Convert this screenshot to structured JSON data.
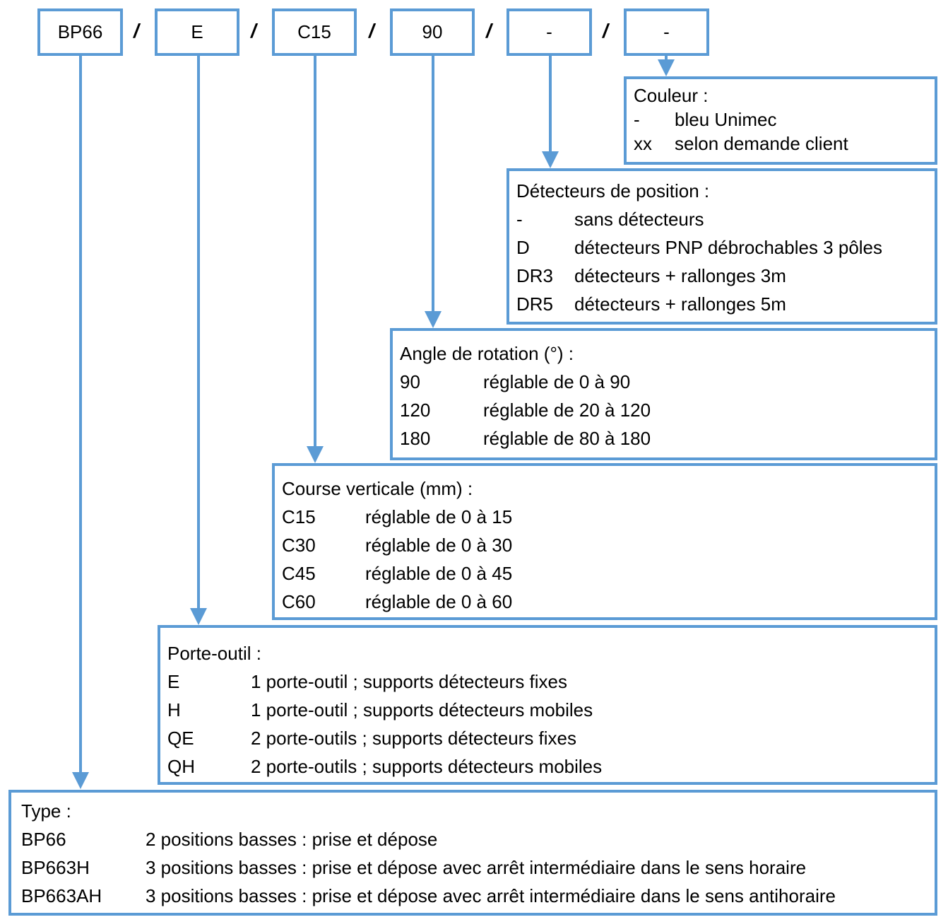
{
  "codes": [
    "BP66",
    "E",
    "C15",
    "90",
    "-",
    "-"
  ],
  "separator": "/",
  "accent_color": "#5b9bd5",
  "sections": {
    "couleur": {
      "title": "Couleur :",
      "rows": [
        {
          "code": "-",
          "desc": "bleu Unimec"
        },
        {
          "code": "xx",
          "desc": "selon demande client"
        }
      ]
    },
    "detecteurs": {
      "title": "Détecteurs de position :",
      "rows": [
        {
          "code": "-",
          "desc": "sans détecteurs"
        },
        {
          "code": "D",
          "desc": "détecteurs PNP débrochables 3 pôles"
        },
        {
          "code": "DR3",
          "desc": "détecteurs + rallonges 3m"
        },
        {
          "code": "DR5",
          "desc": "détecteurs + rallonges 5m"
        }
      ]
    },
    "angle": {
      "title": "Angle de rotation (°) :",
      "rows": [
        {
          "code": "90",
          "desc": "réglable de 0 à 90"
        },
        {
          "code": "120",
          "desc": "réglable de 20 à 120"
        },
        {
          "code": "180",
          "desc": "réglable de 80 à 180"
        }
      ]
    },
    "course": {
      "title": "Course verticale (mm) :",
      "rows": [
        {
          "code": "C15",
          "desc": "réglable de 0 à 15"
        },
        {
          "code": "C30",
          "desc": "réglable de 0 à 30"
        },
        {
          "code": "C45",
          "desc": "réglable de 0 à 45"
        },
        {
          "code": "C60",
          "desc": "réglable de 0 à 60"
        }
      ]
    },
    "porte_outil": {
      "title": "Porte-outil :",
      "rows": [
        {
          "code": "E",
          "desc": "1 porte-outil ; supports détecteurs fixes"
        },
        {
          "code": "H",
          "desc": "1 porte-outil ; supports détecteurs mobiles"
        },
        {
          "code": "QE",
          "desc": "2 porte-outils ; supports détecteurs fixes"
        },
        {
          "code": "QH",
          "desc": "2 porte-outils ; supports détecteurs mobiles"
        }
      ]
    },
    "type": {
      "title": "Type :",
      "rows": [
        {
          "code": "BP66",
          "desc": "2 positions basses : prise et dépose"
        },
        {
          "code": "BP663H",
          "desc": "3 positions basses : prise et dépose avec arrêt intermédiaire dans le sens horaire"
        },
        {
          "code": "BP663AH",
          "desc": "3 positions basses : prise et dépose avec arrêt intermédiaire dans le sens antihoraire"
        }
      ]
    }
  }
}
